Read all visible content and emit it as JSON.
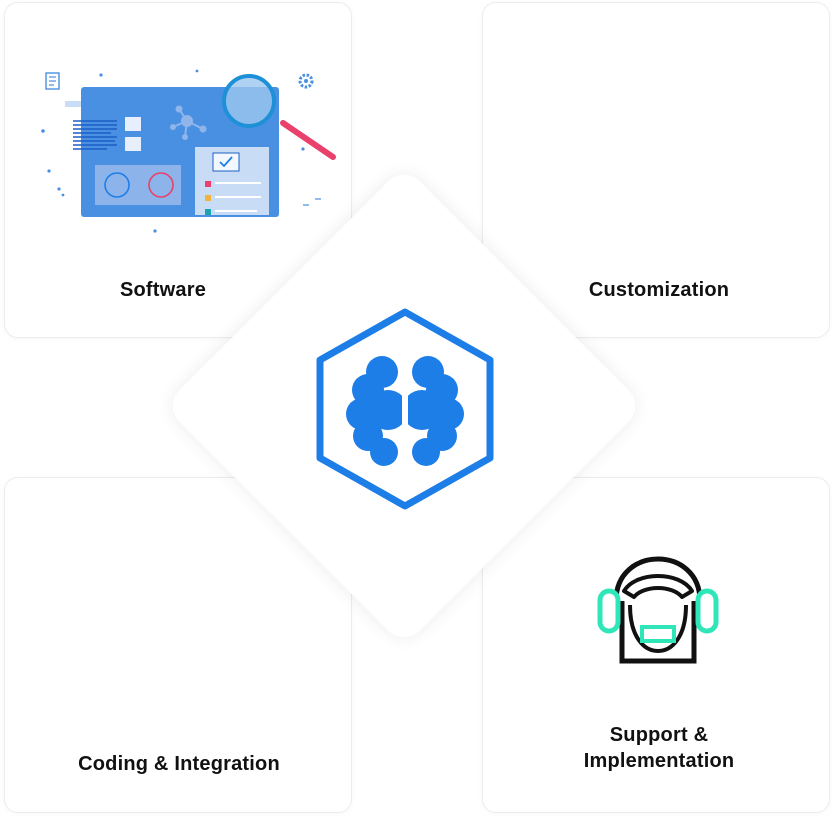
{
  "cards": {
    "software": {
      "label": "Software",
      "icon": "software-analysis-icon"
    },
    "customization": {
      "label": "Customization"
    },
    "coding": {
      "label": "Coding & Integration"
    },
    "support": {
      "label_line1": "Support &",
      "label_line2": "Implementation",
      "icon": "headset-robot-icon"
    }
  },
  "center": {
    "icon": "brain-hexagon-icon"
  },
  "colors": {
    "brand_blue": "#1e7ee8",
    "panel_blue": "#4a90e2",
    "accent_teal": "#2ee6b8",
    "magnifier_pink": "#e9416b"
  }
}
